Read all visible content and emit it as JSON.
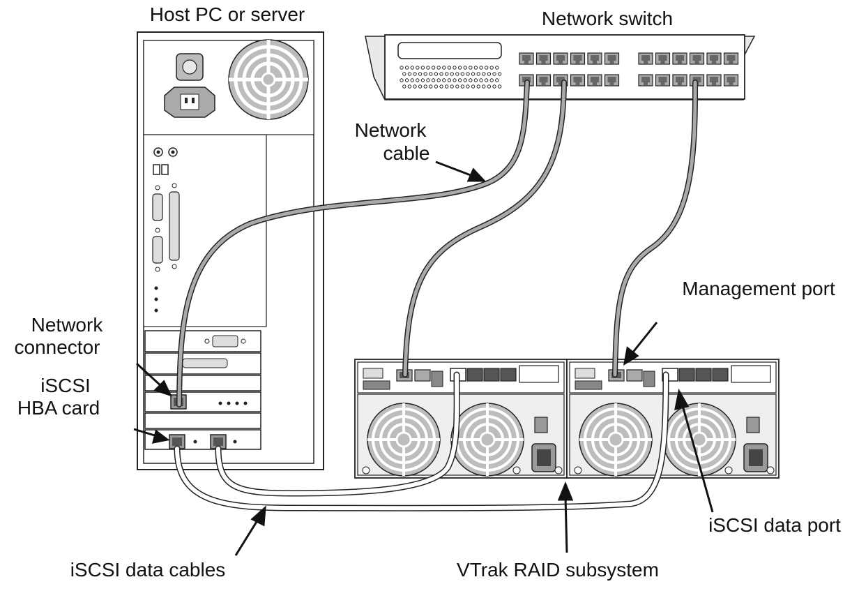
{
  "labels": {
    "host": "Host PC or server",
    "switch": "Network switch",
    "network_cable": [
      "Network",
      "cable"
    ],
    "network_connector": [
      "Network",
      "connector"
    ],
    "hba_card": [
      "iSCSI",
      "HBA card"
    ],
    "management_port": "Management port",
    "iscsi_data_port": "iSCSI data port",
    "iscsi_data_cables": "iSCSI data cables",
    "vtrak": "VTrak RAID subsystem"
  },
  "icons": {
    "arrow": "arrow-icon",
    "fan": "fan-icon",
    "power": "power-inlet-icon",
    "port": "rj45-port-icon"
  }
}
